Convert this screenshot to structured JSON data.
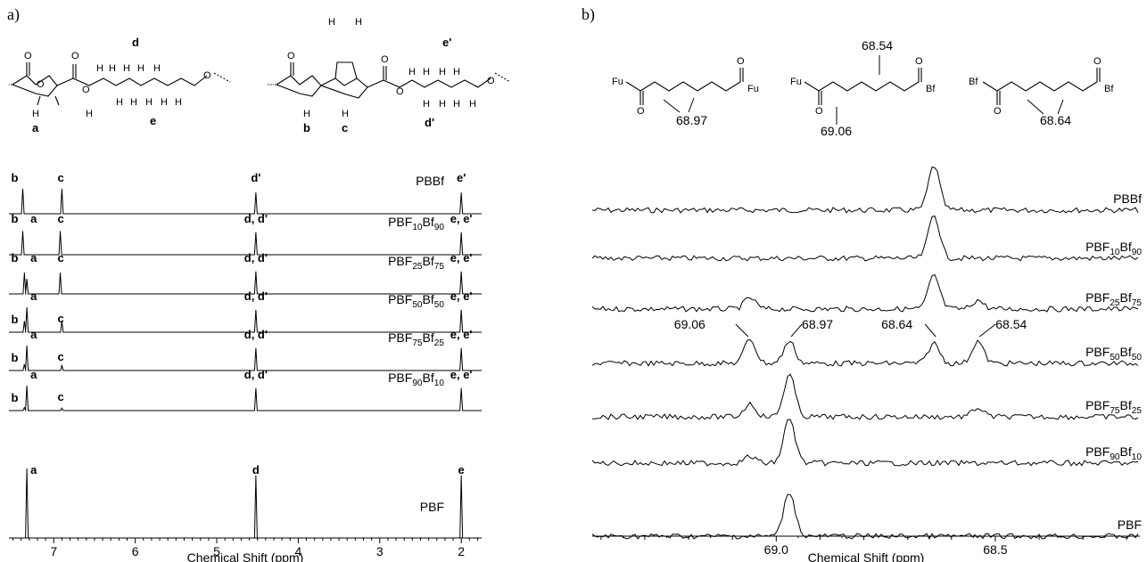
{
  "panels": {
    "a": "a)",
    "b": "b)"
  },
  "structures": {
    "a_labels": {
      "a": "a",
      "b": "b",
      "c": "c",
      "d": "d",
      "e": "e",
      "dp": "d'",
      "ep": "e'",
      "H": "H"
    },
    "b_groups": {
      "fu": "Fu",
      "bf": "Bf"
    },
    "b_shifts": [
      "68.97",
      "69.06",
      "68.54",
      "68.64"
    ]
  },
  "chart_data": [
    {
      "type": "line",
      "title": "",
      "xlabel": "Chemical Shift (ppm)",
      "ylabel": "",
      "xlim": [
        7.55,
        1.75
      ],
      "x_reversed": true,
      "grid": false,
      "xticks": [
        "7",
        "6",
        "5",
        "4",
        "3",
        "2"
      ],
      "peaks_ppm": {
        "a": 7.33,
        "b": 7.38,
        "c": 6.92,
        "d": 4.52,
        "e": 2.0
      },
      "series": [
        {
          "name": "PBBf",
          "name_main": "PBBf",
          "name_sub1": "",
          "name_mid": "",
          "name_sub2": "",
          "left_label": "b",
          "left2_label": "",
          "c_label": "c",
          "d_label": "d'",
          "e_label": "e'",
          "peaks": [
            {
              "x": 7.38,
              "h": 1.0
            },
            {
              "x": 6.9,
              "h": 1.0
            },
            {
              "x": 4.52,
              "h": 0.85
            },
            {
              "x": 2.0,
              "h": 0.85
            }
          ]
        },
        {
          "name": "PBF10Bf90",
          "name_main": "PBF",
          "name_sub1": "10",
          "name_mid": "Bf",
          "name_sub2": "90",
          "left_label": "b",
          "left2_label": "a",
          "c_label": "c",
          "d_label": "d, d'",
          "e_label": "e, e'",
          "peaks": [
            {
              "x": 7.38,
              "h": 0.95
            },
            {
              "x": 6.92,
              "h": 0.95
            },
            {
              "x": 4.52,
              "h": 0.9
            },
            {
              "x": 2.0,
              "h": 0.9
            }
          ]
        },
        {
          "name": "PBF25Bf75",
          "name_main": "PBF",
          "name_sub1": "25",
          "name_mid": "Bf",
          "name_sub2": "75",
          "left_label": "b",
          "left2_label": "a",
          "c_label": "c",
          "d_label": "d, d'",
          "e_label": "e, e'",
          "peaks": [
            {
              "x": 7.36,
              "h": 0.85
            },
            {
              "x": 7.33,
              "h": 0.6
            },
            {
              "x": 6.92,
              "h": 0.85
            },
            {
              "x": 4.52,
              "h": 0.9
            },
            {
              "x": 2.0,
              "h": 0.9
            }
          ]
        },
        {
          "name": "PBF50Bf50",
          "name_main": "PBF",
          "name_sub1": "50",
          "name_mid": "Bf",
          "name_sub2": "50",
          "left_label": "b",
          "left2_label": "a",
          "c_label": "c",
          "d_label": "d, d'",
          "e_label": "e, e'",
          "peaks": [
            {
              "x": 7.36,
              "h": 0.45
            },
            {
              "x": 7.33,
              "h": 1.0
            },
            {
              "x": 6.9,
              "h": 0.45
            },
            {
              "x": 4.52,
              "h": 0.9
            },
            {
              "x": 2.0,
              "h": 0.9
            }
          ]
        },
        {
          "name": "PBF75Bf25",
          "name_main": "PBF",
          "name_sub1": "75",
          "name_mid": "Bf",
          "name_sub2": "25",
          "left_label": "b",
          "left2_label": "a",
          "c_label": "c",
          "d_label": "d, d'",
          "e_label": "e, e'",
          "peaks": [
            {
              "x": 7.36,
              "h": 0.25
            },
            {
              "x": 7.33,
              "h": 1.0
            },
            {
              "x": 6.9,
              "h": 0.2
            },
            {
              "x": 4.52,
              "h": 0.9
            },
            {
              "x": 2.0,
              "h": 0.9
            }
          ]
        },
        {
          "name": "PBF90Bf10",
          "name_main": "PBF",
          "name_sub1": "90",
          "name_mid": "Bf",
          "name_sub2": "10",
          "left_label": "b",
          "left2_label": "a",
          "c_label": "c",
          "d_label": "d, d'",
          "e_label": "e, e'",
          "peaks": [
            {
              "x": 7.36,
              "h": 0.12
            },
            {
              "x": 7.33,
              "h": 1.0
            },
            {
              "x": 6.9,
              "h": 0.1
            },
            {
              "x": 4.52,
              "h": 0.9
            },
            {
              "x": 2.0,
              "h": 0.9
            }
          ]
        },
        {
          "name": "PBF",
          "name_main": "PBF",
          "name_sub1": "",
          "name_mid": "",
          "name_sub2": "",
          "left_label": "",
          "left2_label": "a",
          "c_label": "",
          "d_label": "d",
          "e_label": "e",
          "peaks": [
            {
              "x": 7.33,
              "h": 1.0
            },
            {
              "x": 4.52,
              "h": 0.9
            },
            {
              "x": 2.0,
              "h": 0.9
            }
          ]
        }
      ]
    },
    {
      "type": "line",
      "title": "",
      "xlabel": "Chemical Shift (ppm)",
      "ylabel": "",
      "xlim": [
        69.42,
        68.17
      ],
      "x_reversed": true,
      "grid": false,
      "xticks": [
        "69.0",
        "68.5"
      ],
      "series": [
        {
          "name": "PBBf",
          "name_main": "PBBf",
          "name_sub1": "",
          "name_mid": "",
          "name_sub2": "",
          "peaks": [
            {
              "x": 68.64,
              "h": 1.0
            }
          ]
        },
        {
          "name": "PBF10Bf90",
          "name_main": "PBF",
          "name_sub1": "10",
          "name_mid": "Bf",
          "name_sub2": "90",
          "peaks": [
            {
              "x": 68.64,
              "h": 0.98
            }
          ]
        },
        {
          "name": "PBF25Bf75",
          "name_main": "PBF",
          "name_sub1": "25",
          "name_mid": "Bf",
          "name_sub2": "75",
          "peaks": [
            {
              "x": 69.06,
              "h": 0.25
            },
            {
              "x": 68.64,
              "h": 0.75
            },
            {
              "x": 68.54,
              "h": 0.2
            }
          ]
        },
        {
          "name": "PBF50Bf50",
          "name_main": "PBF",
          "name_sub1": "50",
          "name_mid": "Bf",
          "name_sub2": "50",
          "peaks": [
            {
              "x": 69.06,
              "h": 0.55
            },
            {
              "x": 68.97,
              "h": 0.5
            },
            {
              "x": 68.64,
              "h": 0.45
            },
            {
              "x": 68.54,
              "h": 0.5
            }
          ],
          "annotations": [
            "69.06",
            "68.97",
            "68.64",
            "68.54"
          ]
        },
        {
          "name": "PBF75Bf25",
          "name_main": "PBF",
          "name_sub1": "75",
          "name_mid": "Bf",
          "name_sub2": "25",
          "peaks": [
            {
              "x": 69.06,
              "h": 0.3
            },
            {
              "x": 68.97,
              "h": 0.95
            },
            {
              "x": 68.54,
              "h": 0.2
            }
          ]
        },
        {
          "name": "PBF90Bf10",
          "name_main": "PBF",
          "name_sub1": "90",
          "name_mid": "Bf",
          "name_sub2": "10",
          "peaks": [
            {
              "x": 69.06,
              "h": 0.15
            },
            {
              "x": 68.97,
              "h": 1.0
            }
          ]
        },
        {
          "name": "PBF",
          "name_main": "PBF",
          "name_sub1": "",
          "name_mid": "",
          "name_sub2": "",
          "peaks": [
            {
              "x": 68.97,
              "h": 1.0
            }
          ]
        }
      ]
    }
  ]
}
